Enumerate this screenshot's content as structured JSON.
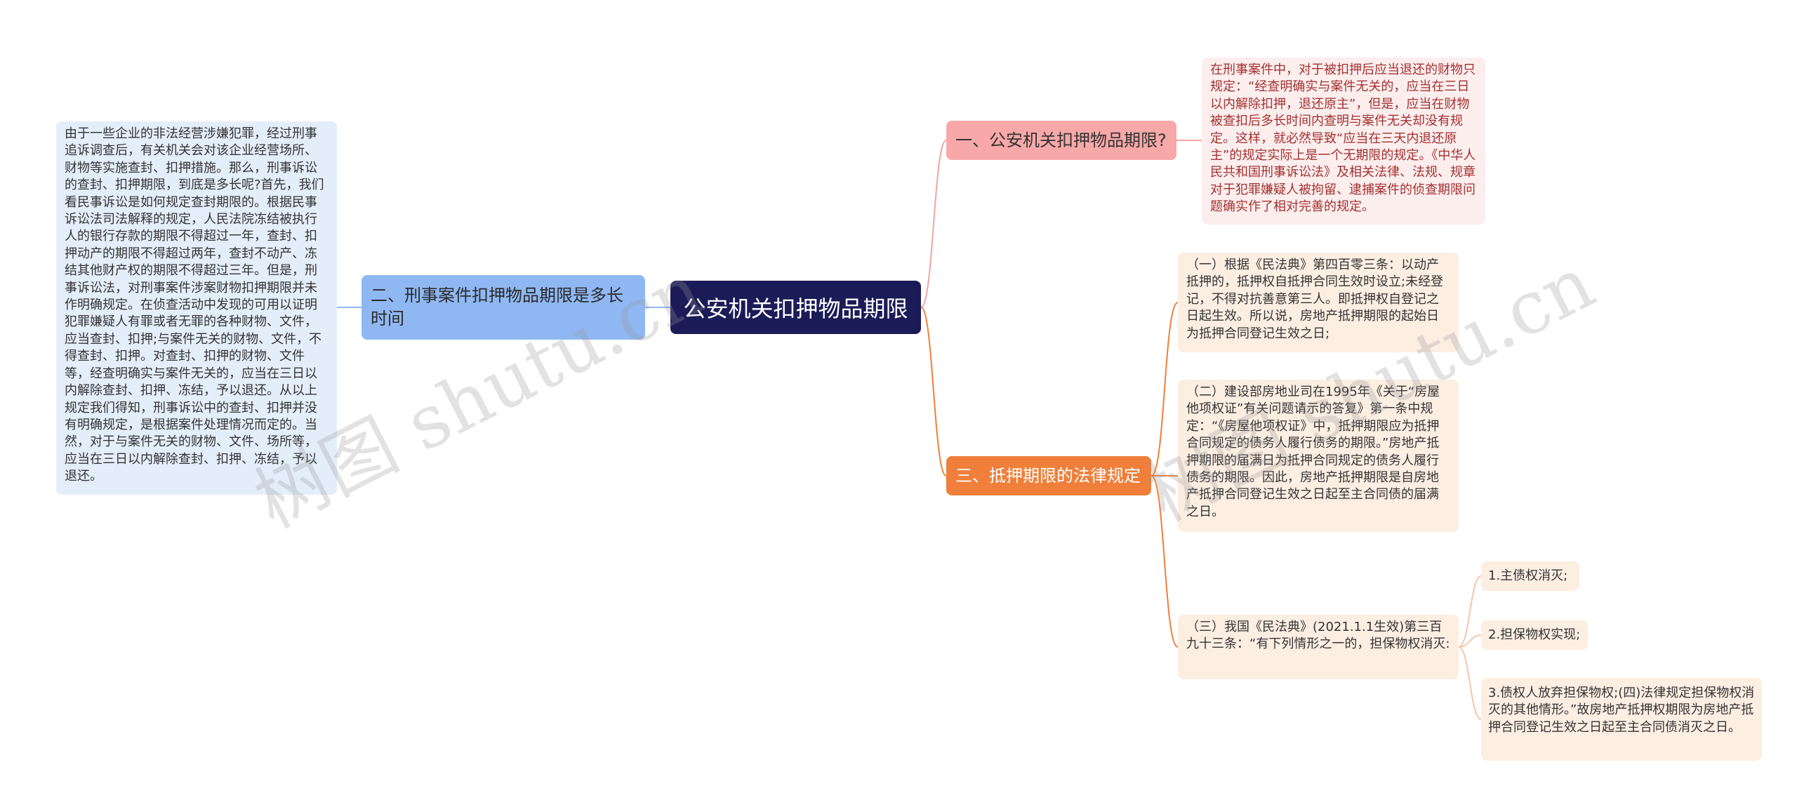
{
  "root": {
    "label": "公安机关扣押物品期限"
  },
  "branches": {
    "b1": {
      "label": "一、公安机关扣押物品期限?",
      "detail": "在刑事案件中，对于被扣押后应当退还的财物只规定：“经查明确实与案件无关的，应当在三日以内解除扣押，退还原主”，但是，应当在财物被查扣后多长时间内查明与案件无关却没有规定。这样，就必然导致“应当在三天内退还原主”的规定实际上是一个无期限的规定。《中华人民共和国刑事诉讼法》及相关法律、法规、规章对于犯罪嫌疑人被拘留、逮捕案件的侦查期限问题确实作了相对完善的规定。"
    },
    "b2": {
      "label": "二、刑事案件扣押物品期限是多长时间",
      "detail": "由于一些企业的非法经营涉嫌犯罪，经过刑事追诉调查后，有关机关会对该企业经营场所、财物等实施查封、扣押措施。那么，刑事诉讼的查封、扣押期限，到底是多长呢?首先，我们看民事诉讼是如何规定查封期限的。根据民事诉讼法司法解释的规定，人民法院冻结被执行人的银行存款的期限不得超过一年，查封、扣押动产的期限不得超过两年，查封不动产、冻结其他财产权的期限不得超过三年。但是，刑事诉讼法，对刑事案件涉案财物扣押期限并未作明确规定。在侦查活动中发现的可用以证明犯罪嫌疑人有罪或者无罪的各种财物、文件，应当查封、扣押;与案件无关的财物、文件，不得查封、扣押。对查封、扣押的财物、文件等，经查明确实与案件无关的，应当在三日以内解除查封、扣押、冻结，予以退还。从以上规定我们得知，刑事诉讼中的查封、扣押并没有明确规定，是根据案件处理情况而定的。当然，对于与案件无关的财物、文件、场所等，应当在三日以内解除查封、扣押、冻结，予以退还。"
    },
    "b3": {
      "label": "三、抵押期限的法律规定",
      "items": [
        {
          "text": "（一）根据《民法典》第四百零三条：以动产抵押的，抵押权自抵押合同生效时设立;未经登记，不得对抗善意第三人。即抵押权自登记之日起生效。所以说，房地产抵押期限的起始日为抵押合同登记生效之日;"
        },
        {
          "text": "（二）建设部房地业司在1995年《关于“房屋他项权证”有关问题请示的答复》第一条中规定：“《房屋他项权证》中，抵押期限应为抵押合同规定的债务人履行债务的期限。”房地产抵押期限的届满日为抵押合同规定的债务人履行债务的期限。因此，房地产抵押期限是自房地产抵押合同登记生效之日起至主合同债的届满之日。"
        },
        {
          "text": "（三）我国《民法典》(2021.1.1生效)第三百九十三条：“有下列情形之一的，担保物权消灭:",
          "children": [
            "1.主债权消灭;",
            "2.担保物权实现;",
            "3.债权人放弃担保物权;(四)法律规定担保物权消灭的其他情形。”故房地产抵押权期限为房地产抵押合同登记生效之日起至主合同债消灭之日。"
          ]
        }
      ]
    }
  },
  "watermark": "树图 shutu.cn",
  "colors": {
    "root": "#1b1b58",
    "branch1": "#f8a8a8",
    "branch2": "#8fb8f3",
    "branch3": "#ef7f3a",
    "leaf_red": "#fdeeee",
    "leaf_blue": "#e4eefb",
    "leaf_orange": "#fdeee2"
  }
}
